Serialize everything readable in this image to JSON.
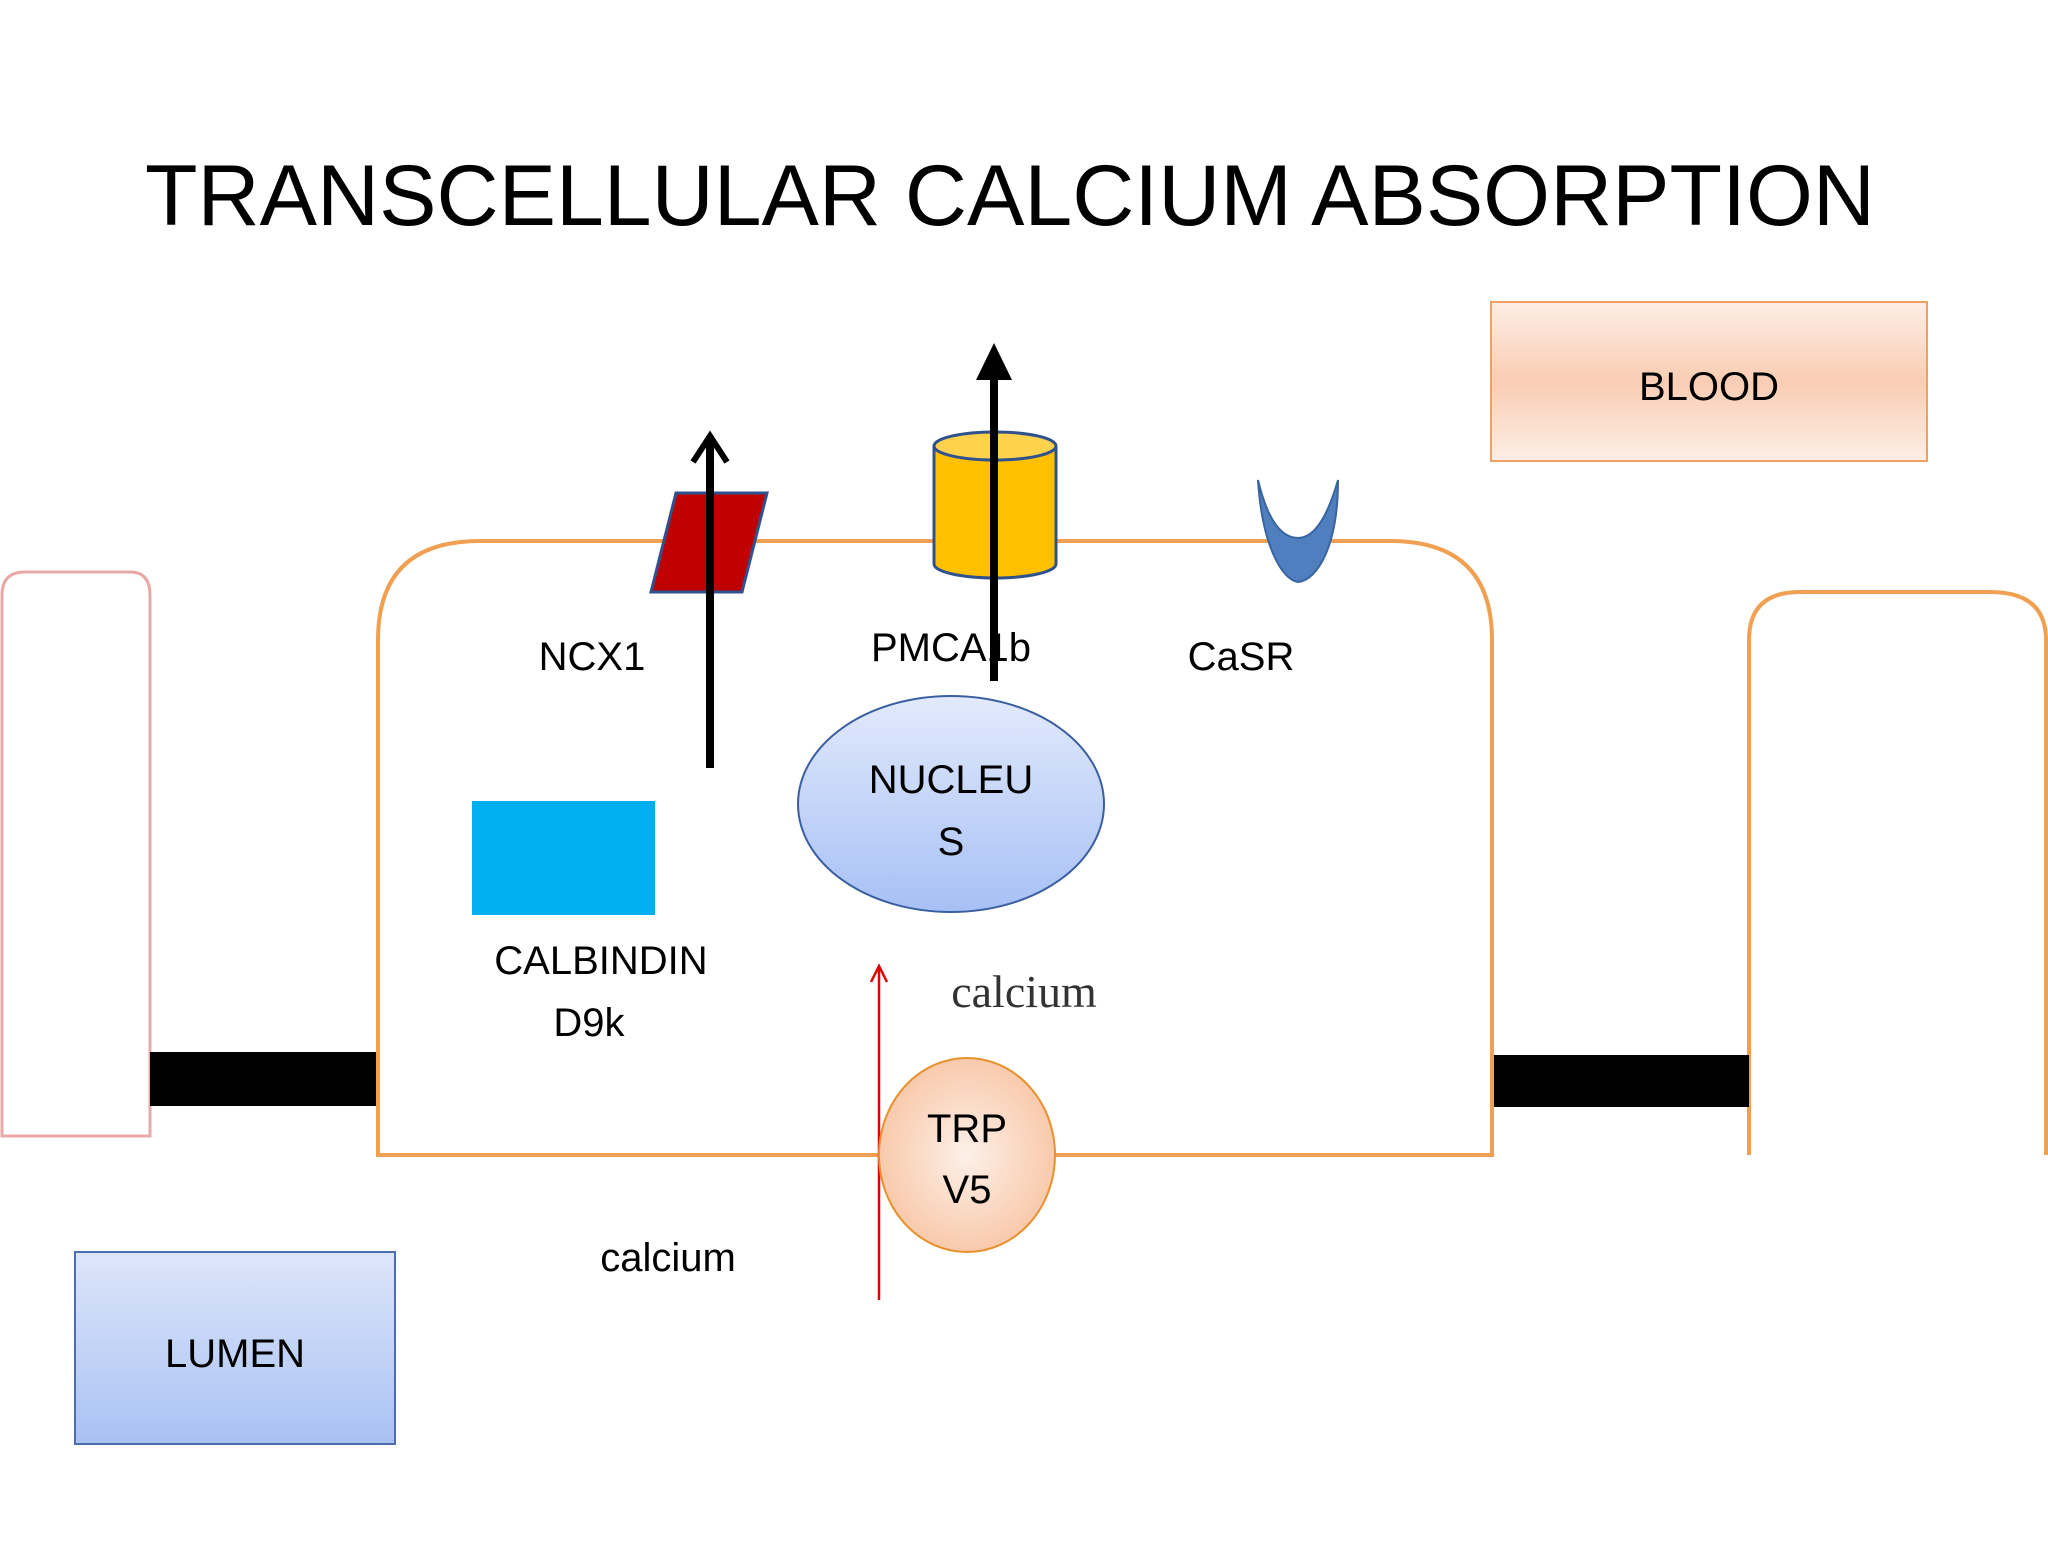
{
  "title": "TRANSCELLULAR CALCIUM ABSORPTION",
  "boxes": {
    "blood": "BLOOD",
    "lumen": "LUMEN"
  },
  "labels": {
    "ncx1": "NCX1",
    "pmca1b": "PMCA1b",
    "casr": "CaSR",
    "nucleus_line1": "NUCLEU",
    "nucleus_line2": "S",
    "calbindin_line1": "CALBINDIN",
    "calbindin_line2": "D9k",
    "calcium_inside": "calcium",
    "calcium_lumen": "calcium",
    "trpv5_line1": "TRP",
    "trpv5_line2": "V5"
  },
  "colors": {
    "cell_outline": "#F0A050",
    "neighbor_left_outline": "#E8A8A8",
    "junction": "#000000",
    "ncx1_fill": "#C00000",
    "ncx1_stroke": "#2F528F",
    "pmca_fill": "#FFC000",
    "pmca_stroke": "#2F528F",
    "casr_fill": "#4F7FBF",
    "calbindin_fill": "#00B0F0",
    "nucleus_fill": "#B4C7F7",
    "nucleus_stroke": "#3A5FA0",
    "trp_fill": "#F9C9A8",
    "trp_stroke": "#E8902C",
    "calcium_arrow": "#E00000",
    "blood_fill": "#FBD3BE",
    "blood_stroke": "#F0A060",
    "lumen_fill": "#B8CDF5",
    "lumen_stroke": "#4A6FB0"
  }
}
